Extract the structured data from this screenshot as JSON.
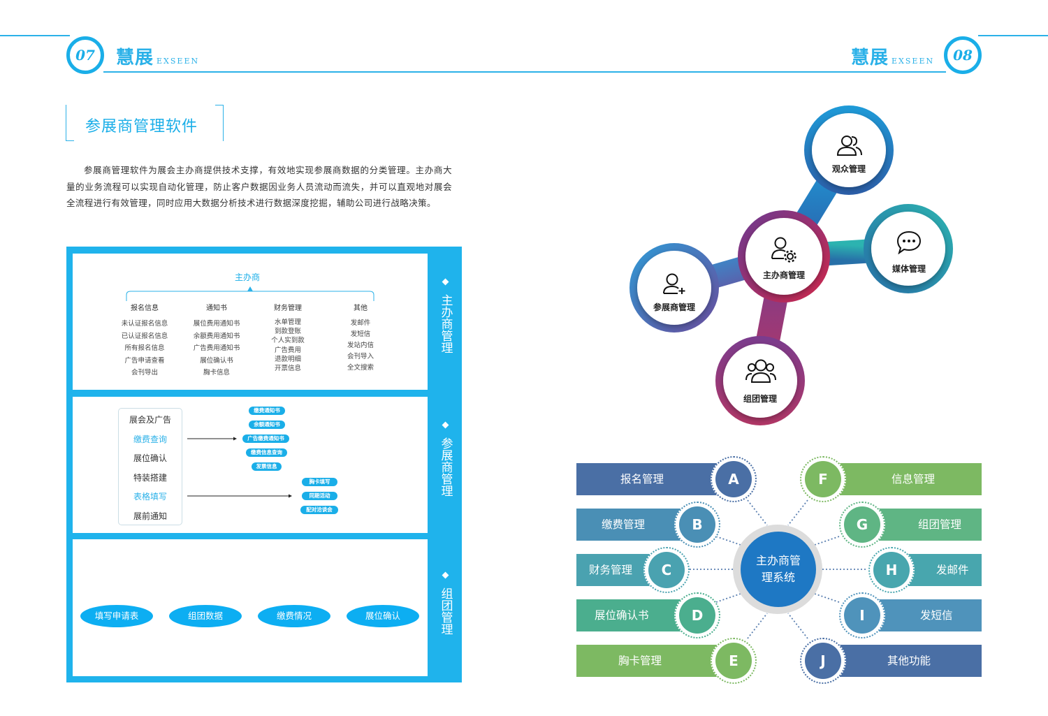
{
  "header": {
    "left_page": "07",
    "right_page": "08",
    "brand_cn": "慧展",
    "brand_en": "EXSEEN"
  },
  "section_title": "参展商管理软件",
  "intro_text": "参展商管理软件为展会主办商提供技术支撑，有效地实现参展商数据的分类管理。主办商大量的业务流程可以实现自动化管理，防止客户数据因业务人员流动而流失，并可以直观地对展会全流程进行有效管理，同时应用大数据分析技术进行数据深度挖掘，辅助公司进行战略决策。",
  "organizer_panel": {
    "head": "主办商",
    "side_label": "主办商管理",
    "columns": [
      {
        "title": "报名信息",
        "items": [
          "未认证报名信息",
          "已认证报名信息",
          "所有报名信息",
          "广告申请查看",
          "会刊导出"
        ]
      },
      {
        "title": "通知书",
        "items": [
          "展位费用通知书",
          "余额费用通知书",
          "广告费用通知书",
          "展位确认书",
          "胸卡信息"
        ]
      },
      {
        "title": "财务管理",
        "items": [
          "水单管理",
          "到款登账",
          "个人实到款",
          "广告费用",
          "退款明细",
          "开票信息"
        ]
      },
      {
        "title": "其他",
        "items": [
          "发邮件",
          "发短信",
          "发站内信",
          "会刊导入",
          "全文搜索"
        ]
      }
    ]
  },
  "exhibitor_panel": {
    "side_label": "参展商管理",
    "menu": [
      "展会及广告",
      "缴费查询",
      "展位确认",
      "特装搭建",
      "表格填写",
      "展前通知"
    ],
    "payment_pills": [
      "缴费通知书",
      "余额通知书",
      "广告缴费通知书",
      "缴费信息查询",
      "发票信息"
    ],
    "form_pills": [
      "胸卡填写",
      "同期活动",
      "配对洽谈会"
    ]
  },
  "group_panel": {
    "side_label": "组团管理",
    "buttons": [
      "填写申请表",
      "组团数据",
      "缴费情况",
      "展位确认"
    ]
  },
  "hub": {
    "center": "主办商管理",
    "audience": "观众管理",
    "media": "媒体管理",
    "exhibitor": "参展商管理",
    "group": "组团管理"
  },
  "system": {
    "center": "主办商管理系统",
    "center_line1": "主办商管",
    "center_line2": "理系统",
    "left": [
      {
        "letter": "A",
        "label": "报名管理",
        "color": "#4a6fa5"
      },
      {
        "letter": "B",
        "label": "缴费管理",
        "color": "#4a8fb5"
      },
      {
        "letter": "C",
        "label": "财务管理",
        "color": "#4aa2b0"
      },
      {
        "letter": "D",
        "label": "展位确认书",
        "color": "#4bae8e"
      },
      {
        "letter": "E",
        "label": "胸卡管理",
        "color": "#7db962"
      }
    ],
    "right": [
      {
        "letter": "F",
        "label": "信息管理",
        "color": "#7db962"
      },
      {
        "letter": "G",
        "label": "组团管理",
        "color": "#5fb584"
      },
      {
        "letter": "H",
        "label": "发邮件",
        "color": "#48a6ae"
      },
      {
        "letter": "I",
        "label": "发短信",
        "color": "#4f93bb"
      },
      {
        "letter": "J",
        "label": "其他功能",
        "color": "#4a6fa5"
      }
    ]
  }
}
